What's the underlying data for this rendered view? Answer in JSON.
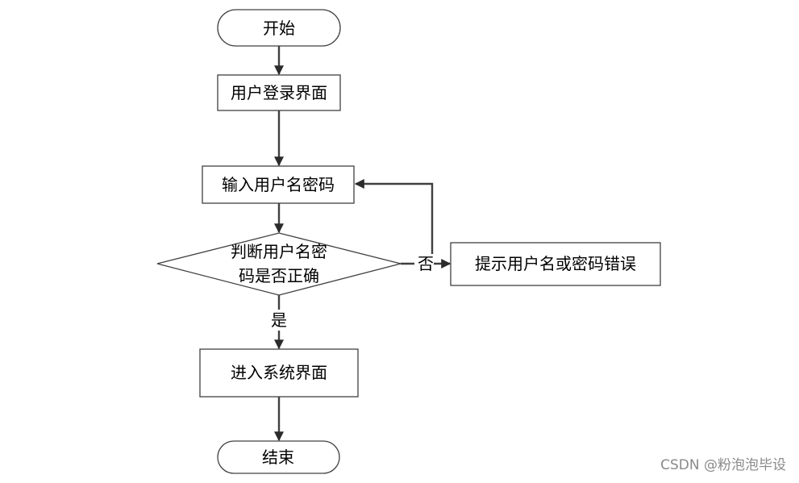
{
  "flowchart": {
    "nodes": {
      "start": {
        "shape": "terminal",
        "text": "开始"
      },
      "login_ui": {
        "shape": "process",
        "text": "用户登录界面"
      },
      "input": {
        "shape": "process",
        "text": "输入用户名密码"
      },
      "check": {
        "shape": "decision",
        "line1": "判断用户名密",
        "line2": "码是否正确"
      },
      "error": {
        "shape": "process",
        "text": "提示用户名或密码错误"
      },
      "enter": {
        "shape": "process",
        "text": "进入系统界面"
      },
      "end": {
        "shape": "terminal",
        "text": "结束"
      }
    },
    "edges": [
      {
        "from": "start",
        "to": "login_ui"
      },
      {
        "from": "login_ui",
        "to": "input"
      },
      {
        "from": "input",
        "to": "check"
      },
      {
        "from": "check",
        "to": "error",
        "label": "否"
      },
      {
        "from": "check",
        "to": "input"
      },
      {
        "from": "check",
        "to": "enter",
        "label": "是"
      },
      {
        "from": "enter",
        "to": "end"
      }
    ],
    "labels": {
      "yes": "是",
      "no": "否"
    }
  },
  "watermark": "CSDN @粉泡泡毕设"
}
